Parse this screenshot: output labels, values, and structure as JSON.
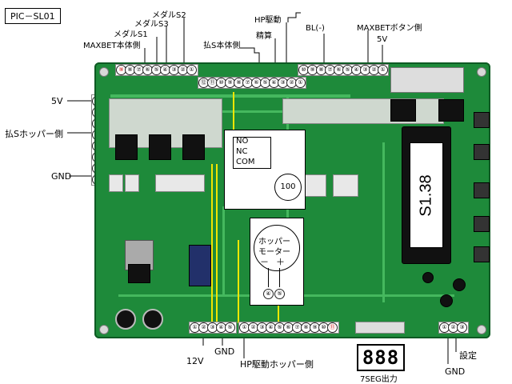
{
  "title": "PIC－SL01",
  "top_labels": {
    "medal_s2": "メダルS2",
    "medal_s3": "メダルS3",
    "medal_s1": "メダルS1",
    "maxbet_body": "MAXBET本体側",
    "hp_drive": "HP駆動",
    "seisan": "精算",
    "harai_body": "払S本体側",
    "bl": "BL(-)",
    "maxbet_button": "MAXBETボタン側",
    "v5_top": "5V"
  },
  "left_labels": {
    "v5": "5V",
    "harai_hopper": "払Sホッパー側",
    "gnd": "GND"
  },
  "left_pins": [
    "①",
    "②",
    "③",
    "④",
    "⑤",
    "⑥",
    "⑦",
    "⑧"
  ],
  "relay_box": {
    "no": "NO",
    "nc": "NC",
    "com": "COM",
    "circle": "100"
  },
  "hopper_motor": {
    "line1": "ホッパー",
    "line2": "モーター",
    "minus": "－",
    "plus": "＋",
    "pin4": "④",
    "pin5": "⑤"
  },
  "chip_label": "S1.38",
  "bottom_labels": {
    "v12": "12V",
    "gnd_mid": "GND",
    "hp_drive_hopper": "HP駆動ホッパー側",
    "seg_display": "888",
    "seg_output": "7SEG出力",
    "settei": "設定",
    "gnd_right": "GND"
  },
  "connectors": {
    "top_left": [
      "⑨",
      "⑧",
      "⑦",
      "⑥",
      "⑤",
      "④",
      "③",
      "②",
      "①"
    ],
    "top_mid": [
      "⑫",
      "⑪",
      "⑩",
      "⑨",
      "⑧",
      "⑦",
      "⑥",
      "⑤",
      "④",
      "③",
      "②",
      "①"
    ],
    "top_right": [
      "⑩",
      "⑨",
      "⑧",
      "⑦",
      "⑥",
      "⑤",
      "④",
      "③",
      "②",
      "①"
    ],
    "bottom_left": [
      "①",
      "②",
      "③",
      "④",
      "⑤"
    ],
    "bottom_mid": [
      "①",
      "②",
      "③",
      "④",
      "⑤",
      "⑥",
      "⑦",
      "⑧",
      "⑨",
      "⑩",
      "⑪"
    ],
    "bottom_right": [
      "①",
      "②",
      "③"
    ]
  },
  "colors": {
    "board": "#1e8a3a",
    "yellow_wire": "#f2e600"
  }
}
